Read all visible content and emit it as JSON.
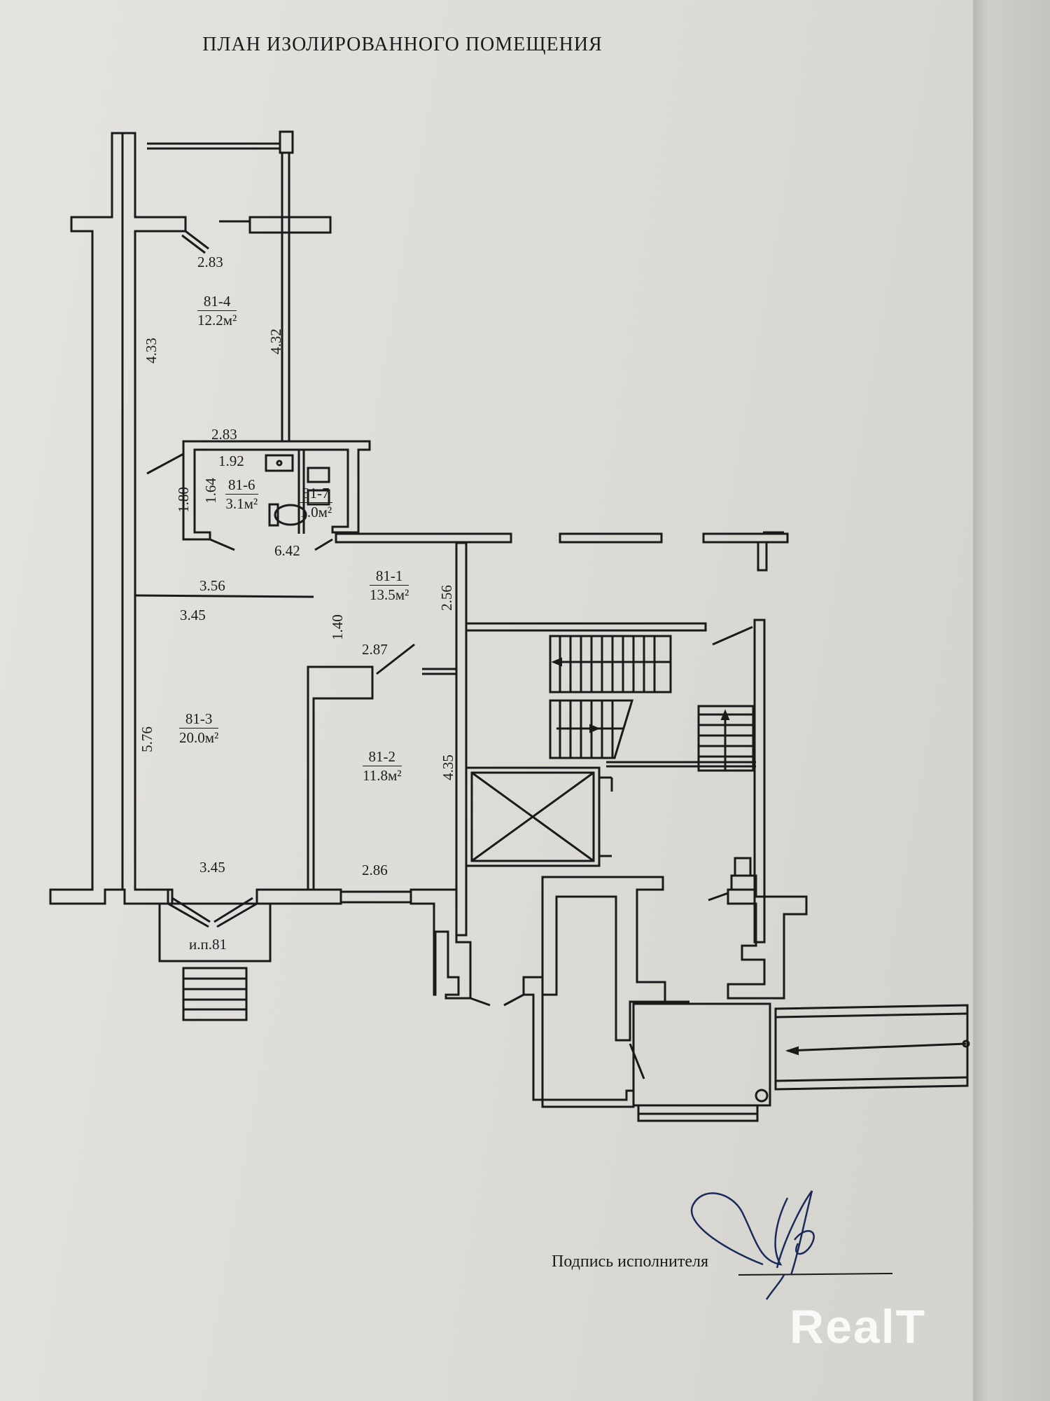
{
  "document": {
    "title": "ПЛАН ИЗОЛИРОВАННОГО ПОМЕЩЕНИЯ",
    "signature_label": "Подпись исполнителя",
    "watermark": "RealT"
  },
  "rooms": [
    {
      "number": "81-4",
      "area": "12.2м²"
    },
    {
      "number": "81-6",
      "area": "3.1м²"
    },
    {
      "number": "81-7",
      "area": "1.0м²"
    },
    {
      "number": "81-1",
      "area": "13.5м²"
    },
    {
      "number": "81-3",
      "area": "20.0м²"
    },
    {
      "number": "81-2",
      "area": "11.8м²"
    }
  ],
  "dimensions": {
    "room_81_4_top": "2.83",
    "room_81_4_left": "4.33",
    "room_81_4_right": "4.32",
    "room_81_4_bottom": "2.83",
    "room_81_6_top": "1.92",
    "room_81_6_inner_height": "1.64",
    "room_81_6_outer_height": "1.80",
    "hall_bottom": "6.42",
    "room_81_3_top_outer": "3.56",
    "room_81_3_top_inner": "3.45",
    "hall_opening": "1.40",
    "room_81_2_top": "2.87",
    "room_81_1_right": "2.56",
    "room_81_3_left": "5.76",
    "room_81_2_right": "4.35",
    "room_81_3_bottom": "3.45",
    "room_81_2_bottom": "2.86"
  },
  "entrance_label": "и.п.81"
}
